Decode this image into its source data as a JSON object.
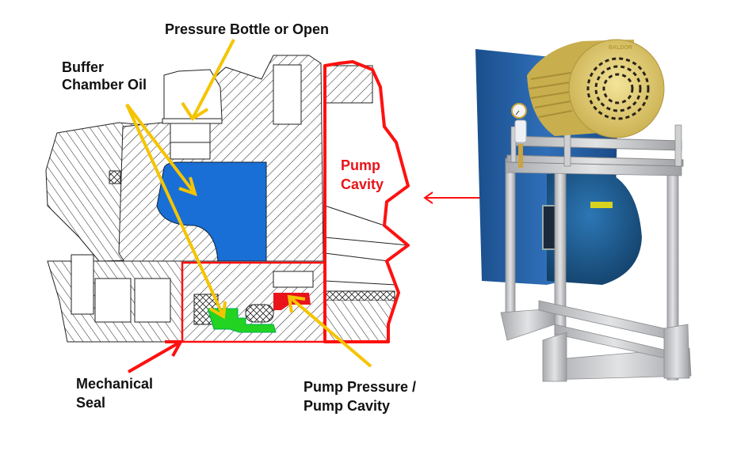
{
  "labels": {
    "pressure_bottle": "Pressure Bottle or Open",
    "buffer_line1": "Buffer",
    "buffer_line2": "Chamber Oil",
    "pump_cavity_line1": "Pump",
    "pump_cavity_line2": "Cavity",
    "mech_seal_line1": "Mechanical",
    "mech_seal_line2": "Seal",
    "pump_pressure_line1": "Pump Pressure /",
    "pump_pressure_line2": "Pump Cavity"
  },
  "photo": {
    "motor_brand": "BALDOR"
  },
  "colors": {
    "buffer_oil": "#1a6fd6",
    "seal_green": "#22d322",
    "pump_pressure_red": "#e8141a",
    "arrow_yellow": "#f5c400",
    "outline_red": "#ff1010",
    "motor_yellow": "#e8d27a",
    "pump_blue": "#1d5a8e",
    "frame_silver": "#c9cacc"
  }
}
